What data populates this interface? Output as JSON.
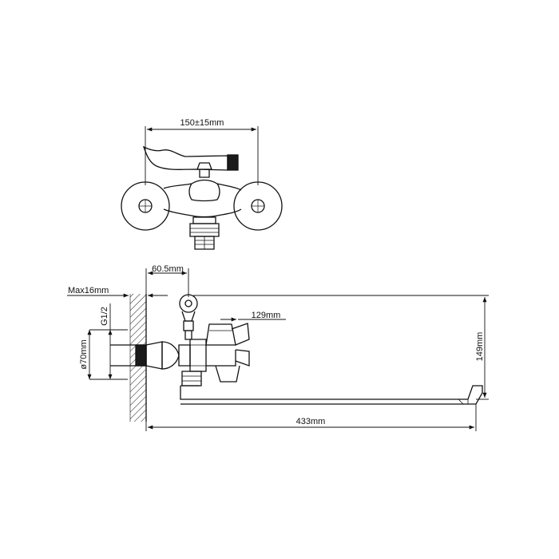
{
  "colors": {
    "line": "#111111",
    "fill_dark": "#1a1a1a",
    "background": "#ffffff"
  },
  "dimensions": {
    "center_distance": "150±15mm",
    "offset": "60.5mm",
    "max_wall": "Max16mm",
    "thread": "G1/2",
    "flange_dia": "ø70mm",
    "spout_reach": "129mm",
    "height": "149mm",
    "total_length": "433mm"
  }
}
